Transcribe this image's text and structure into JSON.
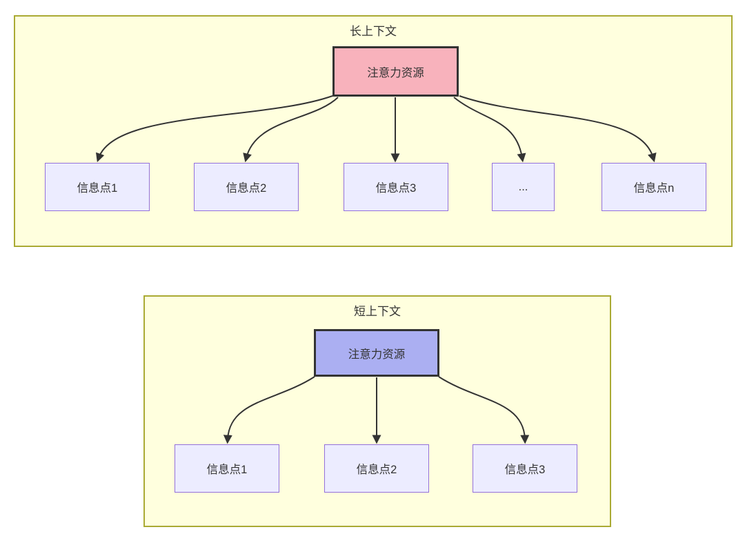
{
  "colors": {
    "page-bg": "#ffffff",
    "container-fill": "#ffffde",
    "container-border": "#aaaa33",
    "node-fill": "#ececff",
    "node-border": "#9370db",
    "attention-long-fill": "#f8b2bc",
    "attention-short-fill": "#abaff2",
    "attention-border": "#333333",
    "edge-color": "#333333",
    "text-color": "#333333"
  },
  "diagrams": {
    "long": {
      "title": "长上下文",
      "attention": "注意力资源",
      "children": [
        "信息点1",
        "信息点2",
        "信息点3",
        "...",
        "信息点n"
      ]
    },
    "short": {
      "title": "短上下文",
      "attention": "注意力资源",
      "children": [
        "信息点1",
        "信息点2",
        "信息点3"
      ]
    }
  }
}
